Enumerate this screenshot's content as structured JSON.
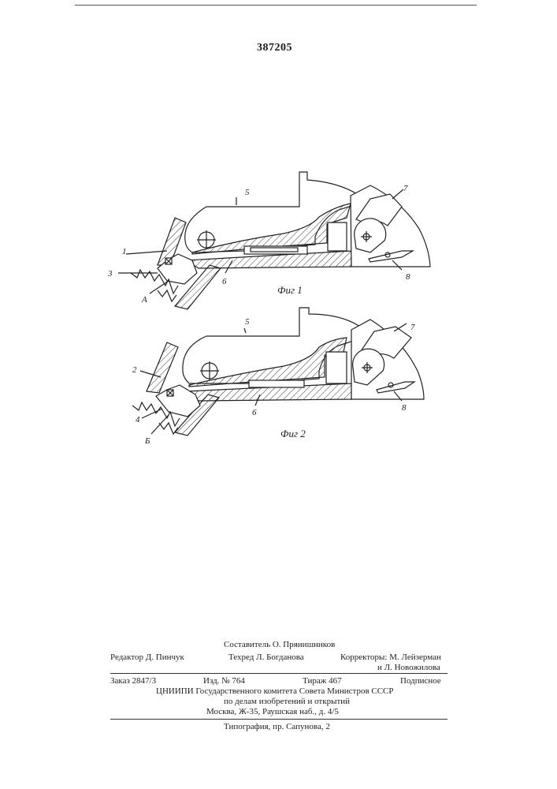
{
  "patent_number": "387205",
  "figures": [
    {
      "caption": "Фиг 1",
      "labels": {
        "five": "5",
        "seven": "7",
        "one": "1",
        "three": "3",
        "six": "6",
        "eight": "8",
        "a": "А"
      }
    },
    {
      "caption": "Фиг 2",
      "labels": {
        "five": "5",
        "seven": "7",
        "two": "2",
        "four": "4",
        "six": "6",
        "eight": "8",
        "b": "Б"
      }
    }
  ],
  "imprint": {
    "compiler": "Составитель О. Пряиишников",
    "editor": "Редактор Д. Пинчук",
    "techred": "Техред Л. Богданова",
    "correctors_1": "Корректоры: М. Лейзерман",
    "correctors_2": "и Л. Новожилова",
    "order": "Заказ 2847/3",
    "edition": "Изд. № 764",
    "circulation": "Тираж 467",
    "subscription": "Подписное",
    "org_1": "ЦНИИПИ Государственного комитета Совета Министров СССР",
    "org_2": "по делам изобретений и открытий",
    "org_3": "Москва, Ж-35, Раушская наб., д. 4/5",
    "printer": "Типография, пр. Сапунова, 2"
  }
}
